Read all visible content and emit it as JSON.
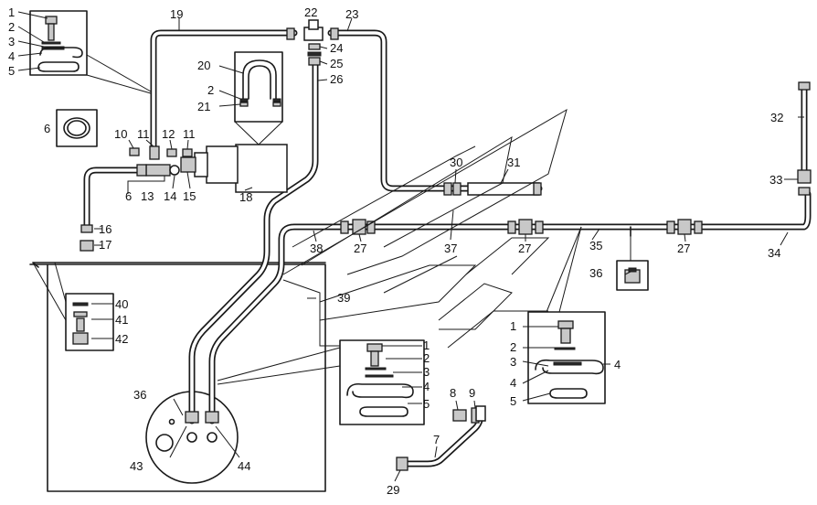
{
  "labels": [
    {
      "id": "1",
      "text": "1"
    },
    {
      "id": "2",
      "text": "2"
    },
    {
      "id": "3",
      "text": "3"
    },
    {
      "id": "4",
      "text": "4"
    },
    {
      "id": "5",
      "text": "5"
    },
    {
      "id": "6",
      "text": "6"
    },
    {
      "id": "7",
      "text": "7"
    },
    {
      "id": "8",
      "text": "8"
    },
    {
      "id": "9",
      "text": "9"
    },
    {
      "id": "10",
      "text": "10"
    },
    {
      "id": "11",
      "text": "11"
    },
    {
      "id": "12",
      "text": "12"
    },
    {
      "id": "13",
      "text": "13"
    },
    {
      "id": "14",
      "text": "14"
    },
    {
      "id": "15",
      "text": "15"
    },
    {
      "id": "16",
      "text": "16"
    },
    {
      "id": "17",
      "text": "17"
    },
    {
      "id": "18",
      "text": "18"
    },
    {
      "id": "19",
      "text": "19"
    },
    {
      "id": "20",
      "text": "20"
    },
    {
      "id": "21",
      "text": "21"
    },
    {
      "id": "22",
      "text": "22"
    },
    {
      "id": "23",
      "text": "23"
    },
    {
      "id": "24",
      "text": "24"
    },
    {
      "id": "25",
      "text": "25"
    },
    {
      "id": "26",
      "text": "26"
    },
    {
      "id": "27",
      "text": "27"
    },
    {
      "id": "29",
      "text": "29"
    },
    {
      "id": "30",
      "text": "30"
    },
    {
      "id": "31",
      "text": "31"
    },
    {
      "id": "32",
      "text": "32"
    },
    {
      "id": "33",
      "text": "33"
    },
    {
      "id": "34",
      "text": "34"
    },
    {
      "id": "35",
      "text": "35"
    },
    {
      "id": "36",
      "text": "36"
    },
    {
      "id": "37",
      "text": "37"
    },
    {
      "id": "38",
      "text": "38"
    },
    {
      "id": "39",
      "text": "39"
    },
    {
      "id": "40",
      "text": "40"
    },
    {
      "id": "41",
      "text": "41"
    },
    {
      "id": "42",
      "text": "42"
    },
    {
      "id": "43",
      "text": "43"
    },
    {
      "id": "44",
      "text": "44"
    }
  ],
  "colors": {
    "line": "#1a1a1a",
    "background": "#ffffff",
    "part_fill": "#c8c8c8"
  }
}
